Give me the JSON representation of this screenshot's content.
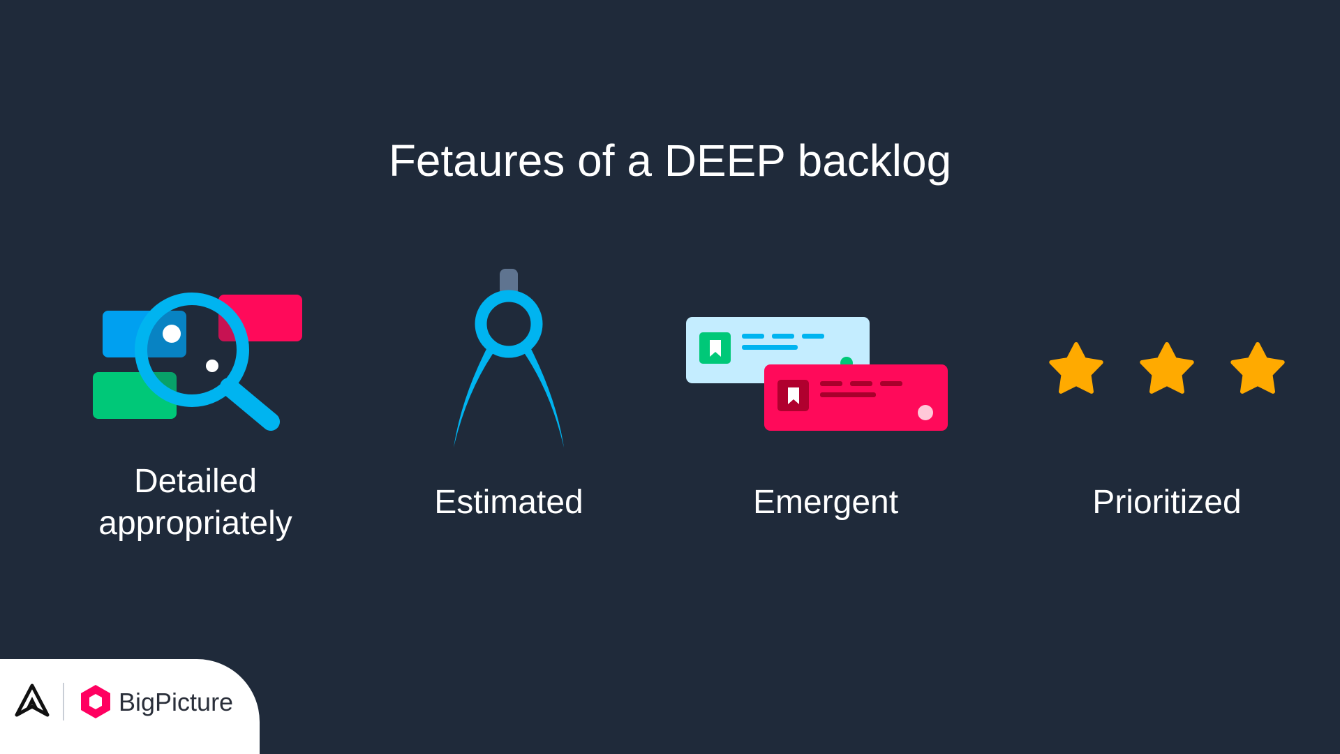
{
  "title": "Fetaures of a DEEP backlog",
  "features": [
    {
      "label_line1": "Detailed",
      "label_line2": "appropriately",
      "icon": "magnifier-cards-icon"
    },
    {
      "label": "Estimated",
      "icon": "compass-icon"
    },
    {
      "label": "Emergent",
      "icon": "cards-icon"
    },
    {
      "label": "Prioritized",
      "icon": "stars-icon",
      "rating": 3
    }
  ],
  "brand": {
    "name": "BigPicture",
    "accent": "#ff0060"
  },
  "colors": {
    "background": "#1f2a3a",
    "blue": "#00b4f0",
    "pink": "#ff0a5a",
    "green": "#00c878",
    "orange": "#ffaa00"
  }
}
